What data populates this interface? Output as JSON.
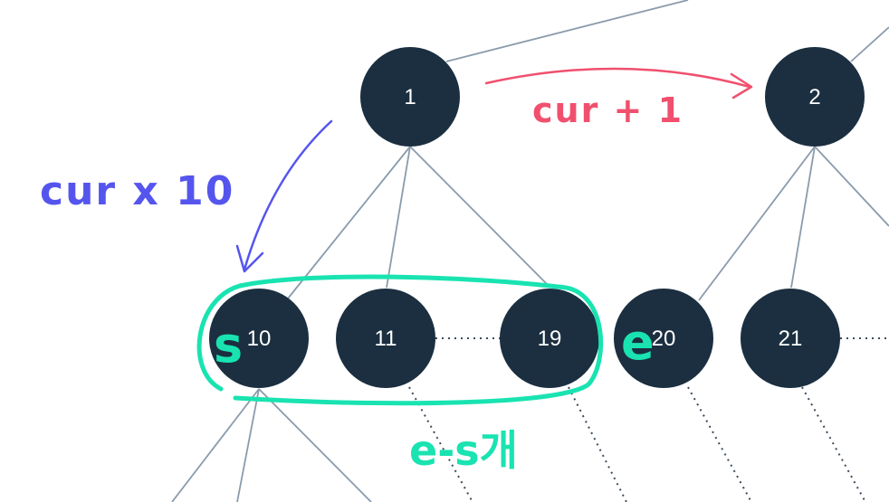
{
  "tree": {
    "nodes": {
      "n1": "1",
      "n2": "2",
      "n10": "10",
      "n11": "11",
      "n19": "19",
      "n20": "20",
      "n21": "21"
    },
    "colors": {
      "node_fill": "#1b2f40",
      "edge": "#8a9bac",
      "dotted_edge": "#3a4a5a",
      "sibling_arrow": "#f0506e",
      "child_arrow": "#5555ee",
      "range_highlight": "#19e3b1"
    }
  },
  "annotations": {
    "sibling_step": "cur + 1",
    "child_step": "cur x 10",
    "start_marker": "s",
    "end_marker": "e",
    "range_count": "e-s개"
  }
}
